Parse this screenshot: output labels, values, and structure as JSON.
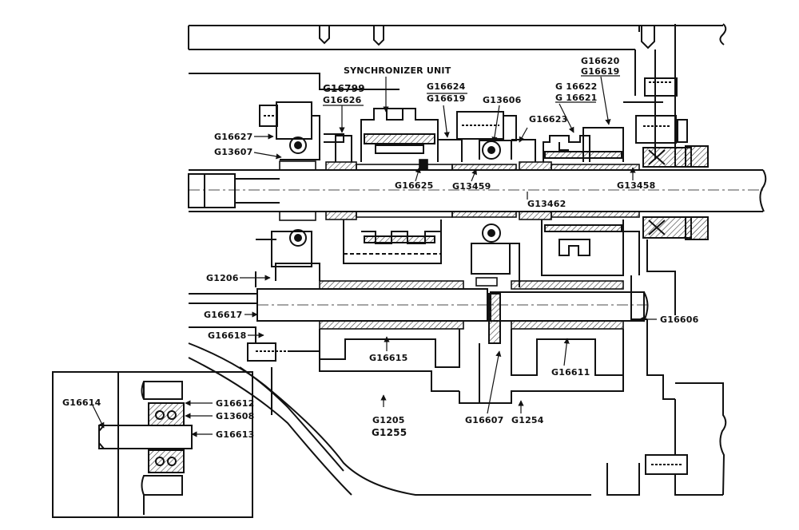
{
  "colors": {
    "ink": "#111111",
    "paper": "#ffffff",
    "hatch": "#333333"
  },
  "labels": {
    "synchronizer_unit": "SYNCHRONIZER UNIT",
    "g16799": "G16799",
    "g16626": "G16626",
    "g16624": "G16624",
    "g16619_a": "G16619",
    "g13606": "G13606",
    "g16622": "G 16622",
    "g16621": "G 16621",
    "g16620": "G16620",
    "g16619_b": "G16619",
    "g16623": "G16623",
    "g16627": "G16627",
    "g13607": "G13607",
    "g16625": "G16625",
    "g13459": "G13459",
    "g13458": "G13458",
    "g13462": "G13462",
    "g1206": "G1206",
    "g16617": "G16617",
    "g16618": "G16618",
    "g16615": "G16615",
    "g16611": "G16611",
    "g16606": "G16606",
    "g16607": "G16607",
    "g1205": "G1205",
    "g1255": "G1255",
    "g1254": "G1254",
    "g16614": "G16614",
    "g16612": "G16612",
    "g13608": "G13608",
    "g16613": "G16613"
  }
}
